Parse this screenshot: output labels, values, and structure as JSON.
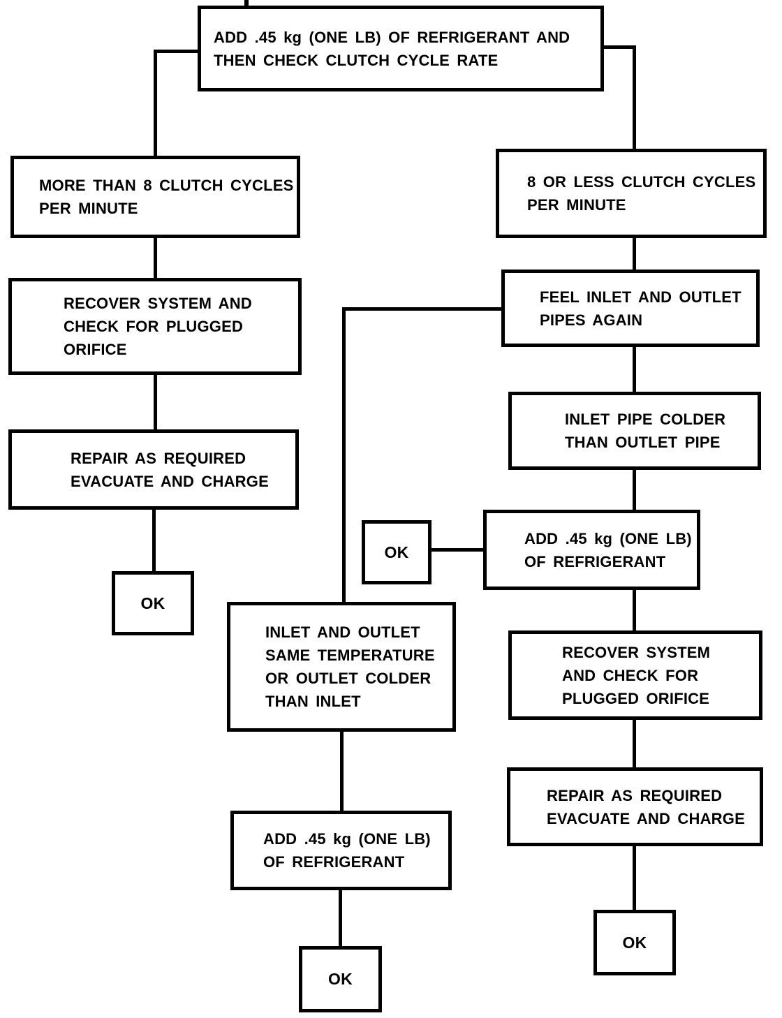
{
  "colors": {
    "ink": "#000000",
    "paper": "#ffffff"
  },
  "diagram": {
    "type": "flowchart",
    "nodes": {
      "start": {
        "lines": [
          "ADD .45 kg (ONE LB) OF REFRIGERANT AND",
          "THEN CHECK CLUTCH CYCLE RATE"
        ]
      },
      "left_cycles": {
        "lines": [
          "MORE THAN 8 CLUTCH CYCLES",
          "PER MINUTE"
        ]
      },
      "left_recover": {
        "lines": [
          "RECOVER SYSTEM AND",
          "CHECK FOR PLUGGED",
          "ORIFICE"
        ]
      },
      "left_repair": {
        "lines": [
          "REPAIR AS REQUIRED",
          "EVACUATE AND CHARGE"
        ]
      },
      "left_ok": {
        "lines": [
          "OK"
        ]
      },
      "right_cycles": {
        "lines": [
          "8 OR LESS CLUTCH CYCLES",
          "PER MINUTE"
        ]
      },
      "feel_pipes": {
        "lines": [
          "FEEL INLET AND OUTLET",
          "PIPES AGAIN"
        ]
      },
      "inlet_colder": {
        "lines": [
          "INLET PIPE COLDER",
          "THAN OUTLET PIPE"
        ]
      },
      "mid_ok": {
        "lines": [
          "OK"
        ]
      },
      "right_add": {
        "lines": [
          "ADD .45 kg (ONE LB)",
          "OF REFRIGERANT"
        ]
      },
      "right_recover": {
        "lines": [
          "RECOVER SYSTEM",
          "AND CHECK FOR",
          "PLUGGED ORIFICE"
        ]
      },
      "right_repair": {
        "lines": [
          "REPAIR AS REQUIRED",
          "EVACUATE AND CHARGE"
        ]
      },
      "right_ok": {
        "lines": [
          "OK"
        ]
      },
      "same_temp": {
        "lines": [
          "INLET AND OUTLET",
          "SAME TEMPERATURE",
          "OR OUTLET COLDER",
          "THAN INLET"
        ]
      },
      "mid_add": {
        "lines": [
          "ADD .45 kg (ONE LB)",
          "OF REFRIGERANT"
        ]
      },
      "bottom_ok": {
        "lines": [
          "OK"
        ]
      }
    },
    "edges": [
      {
        "from": "start",
        "to": "left_cycles"
      },
      {
        "from": "start",
        "to": "right_cycles"
      },
      {
        "from": "left_cycles",
        "to": "left_recover"
      },
      {
        "from": "left_recover",
        "to": "left_repair"
      },
      {
        "from": "left_repair",
        "to": "left_ok"
      },
      {
        "from": "right_cycles",
        "to": "feel_pipes"
      },
      {
        "from": "feel_pipes",
        "to": "inlet_colder"
      },
      {
        "from": "feel_pipes",
        "to": "same_temp"
      },
      {
        "from": "inlet_colder",
        "to": "right_add"
      },
      {
        "from": "right_add",
        "to": "mid_ok"
      },
      {
        "from": "right_add",
        "to": "right_recover"
      },
      {
        "from": "right_recover",
        "to": "right_repair"
      },
      {
        "from": "right_repair",
        "to": "right_ok"
      },
      {
        "from": "same_temp",
        "to": "mid_add"
      },
      {
        "from": "mid_add",
        "to": "bottom_ok"
      }
    ]
  }
}
